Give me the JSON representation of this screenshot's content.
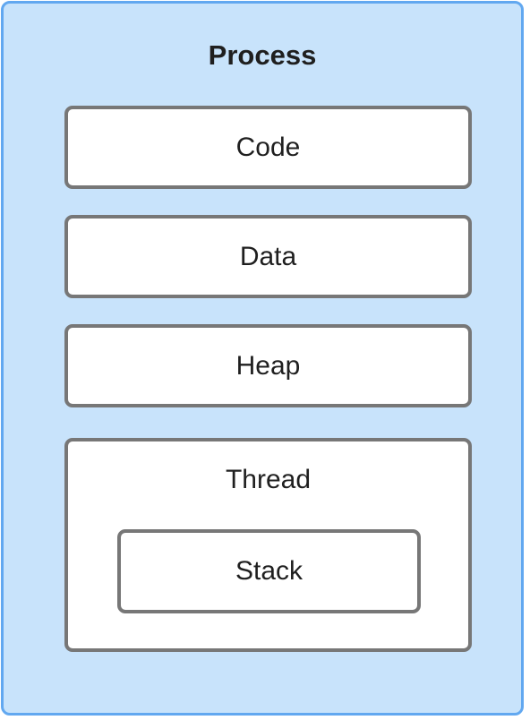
{
  "process": {
    "title": "Process"
  },
  "segments": [
    {
      "label": "Code"
    },
    {
      "label": "Data"
    },
    {
      "label": "Heap"
    }
  ],
  "thread": {
    "title": "Thread",
    "stack_label": "Stack"
  },
  "colors": {
    "process_fill": "#c8e3fb",
    "process_border": "#62a8f0",
    "box_fill": "#ffffff",
    "box_border": "#777777",
    "text": "#1f1f1f"
  }
}
